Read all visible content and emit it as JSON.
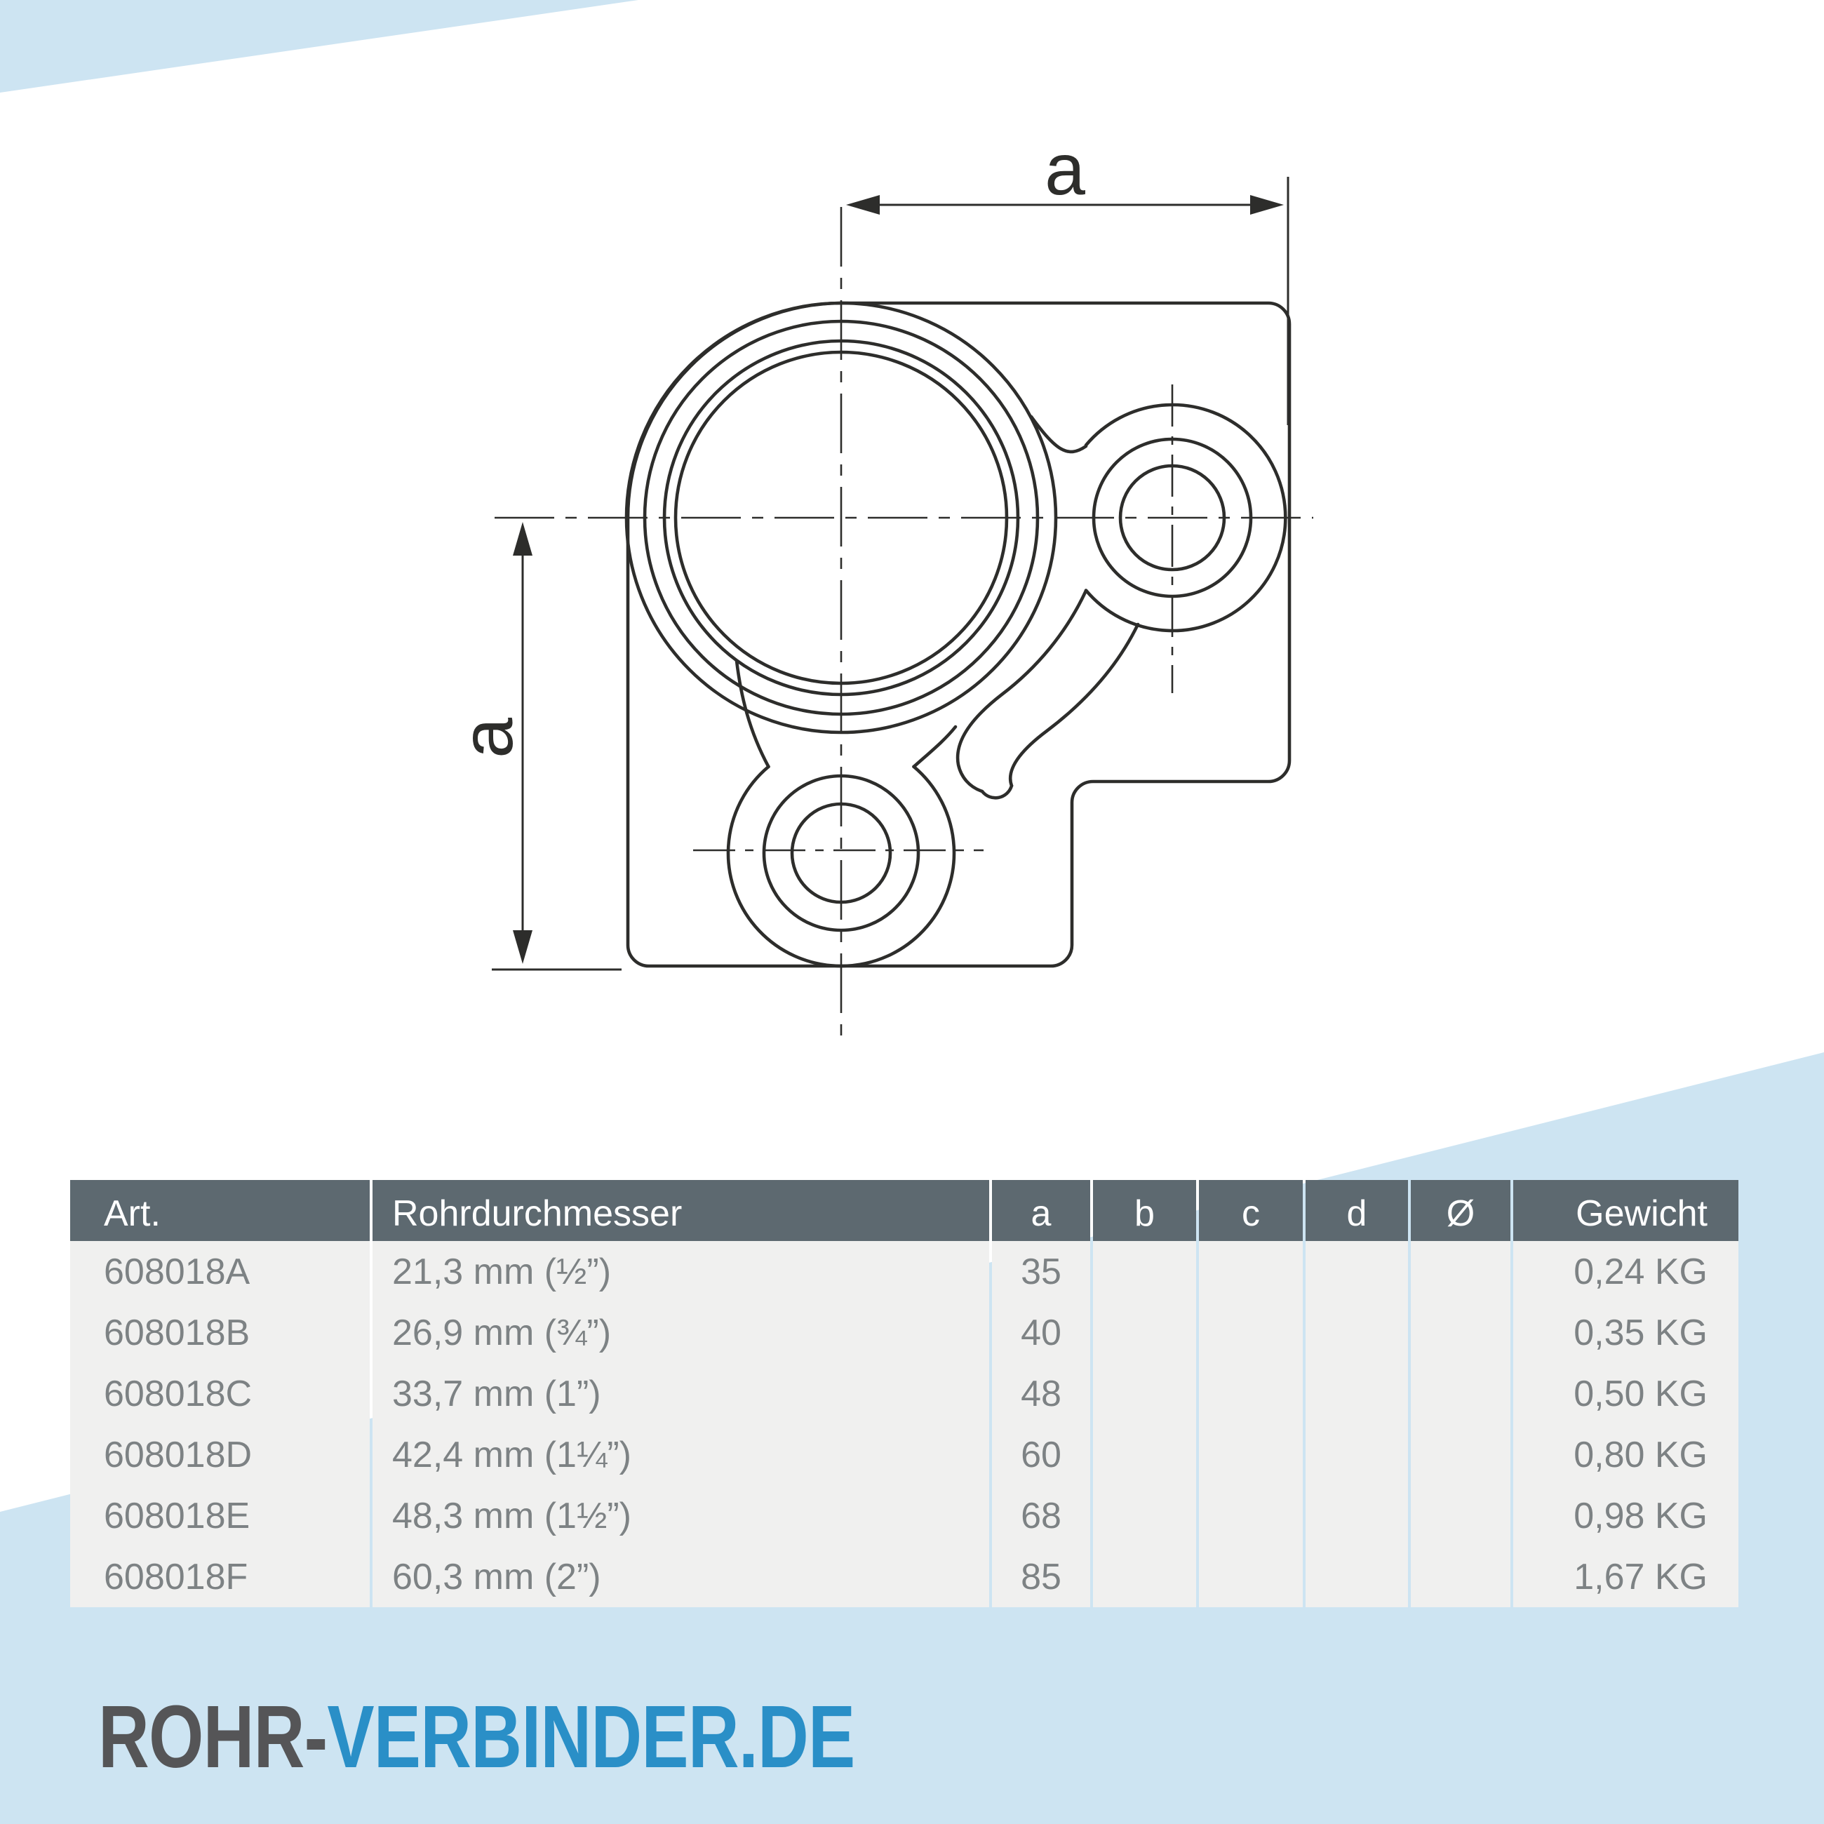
{
  "brand": {
    "logo_dark_part": "ROHR-",
    "logo_blue_part": "VERBINDER.DE",
    "logo_dark_color": "#555557",
    "logo_blue_color": "#2a8fc7"
  },
  "colors": {
    "background_accent_blue": "#cde4f2",
    "table_header_bg": "#5d6970",
    "table_row_bg": "#f0f0ef",
    "table_header_text": "#ffffff",
    "table_cell_text": "#7d8284",
    "drawing_line": "#2d2d2b"
  },
  "drawing": {
    "dimension_top_label": "a",
    "dimension_left_label": "a",
    "description": "technical-line-drawing-of-3-way-corner-pipe-connector"
  },
  "table": {
    "headers": [
      "Art.",
      "Rohrdurchmesser",
      "a",
      "b",
      "c",
      "d",
      "Ø",
      "Gewicht"
    ],
    "rows": [
      {
        "art": "608018A",
        "diameter": "21,3 mm (½”)",
        "a": "35",
        "b": "",
        "c": "",
        "d": "",
        "dia": "",
        "weight": "0,24 KG"
      },
      {
        "art": "608018B",
        "diameter": "26,9 mm (¾”)",
        "a": "40",
        "b": "",
        "c": "",
        "d": "",
        "dia": "",
        "weight": "0,35 KG"
      },
      {
        "art": "608018C",
        "diameter": "33,7 mm (1”)",
        "a": "48",
        "b": "",
        "c": "",
        "d": "",
        "dia": "",
        "weight": "0,50 KG"
      },
      {
        "art": "608018D",
        "diameter": "42,4 mm (1¼”)",
        "a": "60",
        "b": "",
        "c": "",
        "d": "",
        "dia": "",
        "weight": "0,80 KG"
      },
      {
        "art": "608018E",
        "diameter": "48,3 mm (1½”)",
        "a": "68",
        "b": "",
        "c": "",
        "d": "",
        "dia": "",
        "weight": "0,98 KG"
      },
      {
        "art": "608018F",
        "diameter": "60,3 mm (2”)",
        "a": "85",
        "b": "",
        "c": "",
        "d": "",
        "dia": "",
        "weight": "1,67 KG"
      }
    ]
  }
}
